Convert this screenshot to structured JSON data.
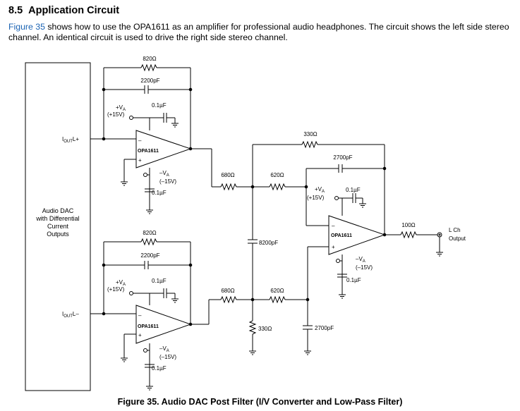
{
  "section": {
    "number": "8.5",
    "title": "Application Circuit"
  },
  "intro": {
    "link": "Figure 35",
    "text": " shows how to use the OPA1611 as an amplifier for professional audio headphones. The circuit shows the left side stereo channel. An identical circuit is used to drive the right side stereo channel."
  },
  "figure": {
    "caption": "Figure 35. Audio DAC Post Filter (I/V Converter and Low-Pass Filter)",
    "dac": {
      "line1": "Audio DAC",
      "line2": "with Differential",
      "line3": "Current",
      "line4": "Outputs"
    },
    "pins": {
      "iout_pos_main": "I",
      "iout_pos_sub": "OUT",
      "iout_pos_suffix": "L+",
      "iout_neg_main": "I",
      "iout_neg_sub": "OUT",
      "iout_neg_suffix": "L–"
    },
    "opamp_label": "OPA1611",
    "labels": {
      "r_fb_top": "820Ω",
      "c_fb_top": "2200pF",
      "r_fb_bot": "820Ω",
      "c_fb_bot": "2200pF",
      "r680_top": "680Ω",
      "r620_top": "620Ω",
      "r680_bot": "680Ω",
      "r620_bot": "620Ω",
      "r330_top": "330Ω",
      "c2700_fb": "2700pF",
      "c8200": "8200pF",
      "r330_gnd": "330Ω",
      "c2700_gnd": "2700pF",
      "r100": "100Ω",
      "output1": "L Ch",
      "output2": "Output",
      "cap01": "0.1µF",
      "vpos_main": "+V",
      "vpos_sub": "A",
      "vpos_val": "(+15V)",
      "vneg_main": "–V",
      "vneg_sub": "A",
      "vneg_val": "(–15V)",
      "minus": "–",
      "plus": "+"
    }
  }
}
